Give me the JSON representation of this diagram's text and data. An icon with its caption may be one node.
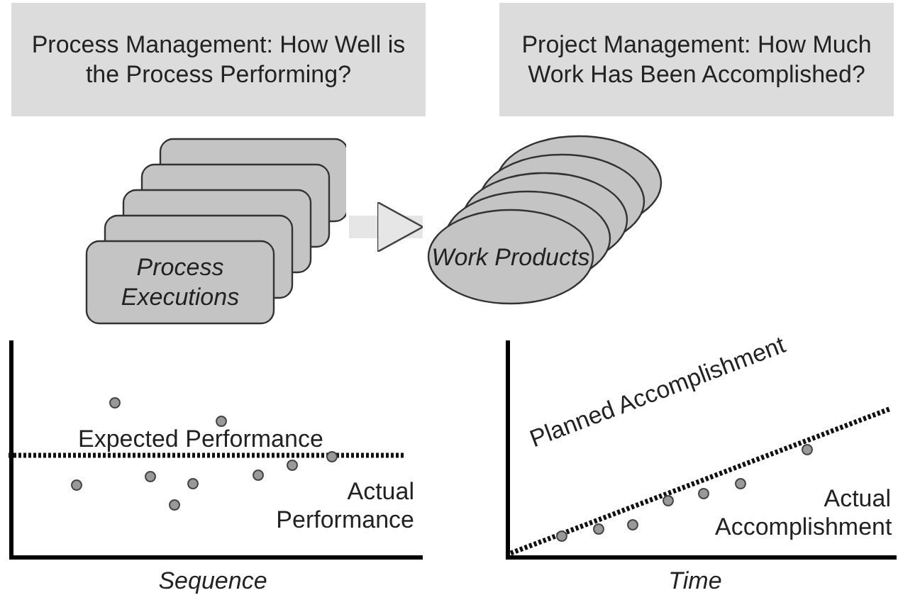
{
  "diagram": {
    "nodes": [
      {
        "text": [
          "Process Management: How Well is the Process Performing?"
        ]
      },
      {
        "text": [
          "Project Management: How Much Work Has Been Accomplished?"
        ]
      },
      {
        "text": [
          "Process Executions"
        ]
      },
      {
        "text": [
          "Work Products"
        ]
      }
    ],
    "edges": [
      {
        "from": 2,
        "to": 3,
        "arrow": "to"
      }
    ],
    "labels": [
      "Expected Performance",
      "Actual Performance",
      "Sequence",
      "Planned Accomplishment",
      "Actual Accomplishment",
      "Time"
    ]
  }
}
